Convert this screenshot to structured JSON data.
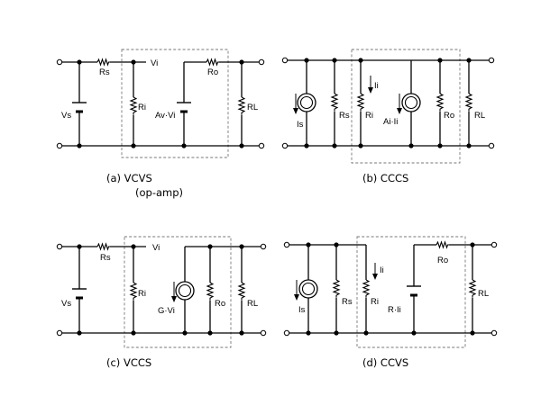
{
  "diagrams": {
    "a": {
      "caption": "(a) VCVS",
      "caption_sub": "(op-amp)",
      "labels": {
        "vs": "Vs",
        "rs": "Rs",
        "vi": "Vi",
        "ri": "Ri",
        "src": "Av·Vi",
        "ro": "Ro",
        "rl": "RL"
      }
    },
    "b": {
      "caption": "(b) CCCS",
      "labels": {
        "is": "Is",
        "rs": "Rs",
        "ii": "Ii",
        "ri": "Ri",
        "src": "Ai·Ii",
        "ro": "Ro",
        "rl": "RL"
      }
    },
    "c": {
      "caption": "(c) VCCS",
      "labels": {
        "vs": "Vs",
        "rs": "Rs",
        "vi": "Vi",
        "ri": "Ri",
        "src": "G·Vi",
        "ro": "Ro",
        "rl": "RL"
      }
    },
    "d": {
      "caption": "(d) CCVS",
      "labels": {
        "is": "Is",
        "rs": "Rs",
        "ii": "Ii",
        "ri": "Ri",
        "src": "R·Ii",
        "ro": "Ro",
        "rl": "RL"
      }
    }
  }
}
